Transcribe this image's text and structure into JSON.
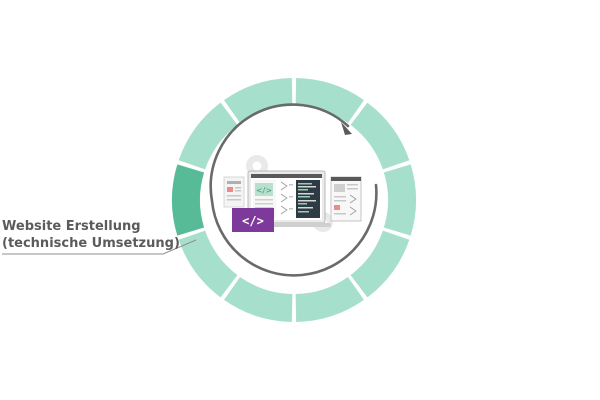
{
  "diagram": {
    "type": "cycle",
    "segment_count": 10,
    "active_segment": 7,
    "colors": {
      "segment": "#a6e0cc",
      "segment_active": "#58bb97",
      "arrow": "#6a6a6a",
      "leader_line": "#8f8f8f",
      "code_badge": "#7e3a9a",
      "text": "#5b5b5b"
    },
    "active_label": {
      "line1": "Website Erstellung",
      "line2": "(technische Umsetzung)"
    },
    "center_icon": {
      "badge_glyph": "</>",
      "icons": [
        "gear-icon",
        "laptop-icon",
        "browser-window-icon",
        "code-badge-icon"
      ]
    }
  }
}
